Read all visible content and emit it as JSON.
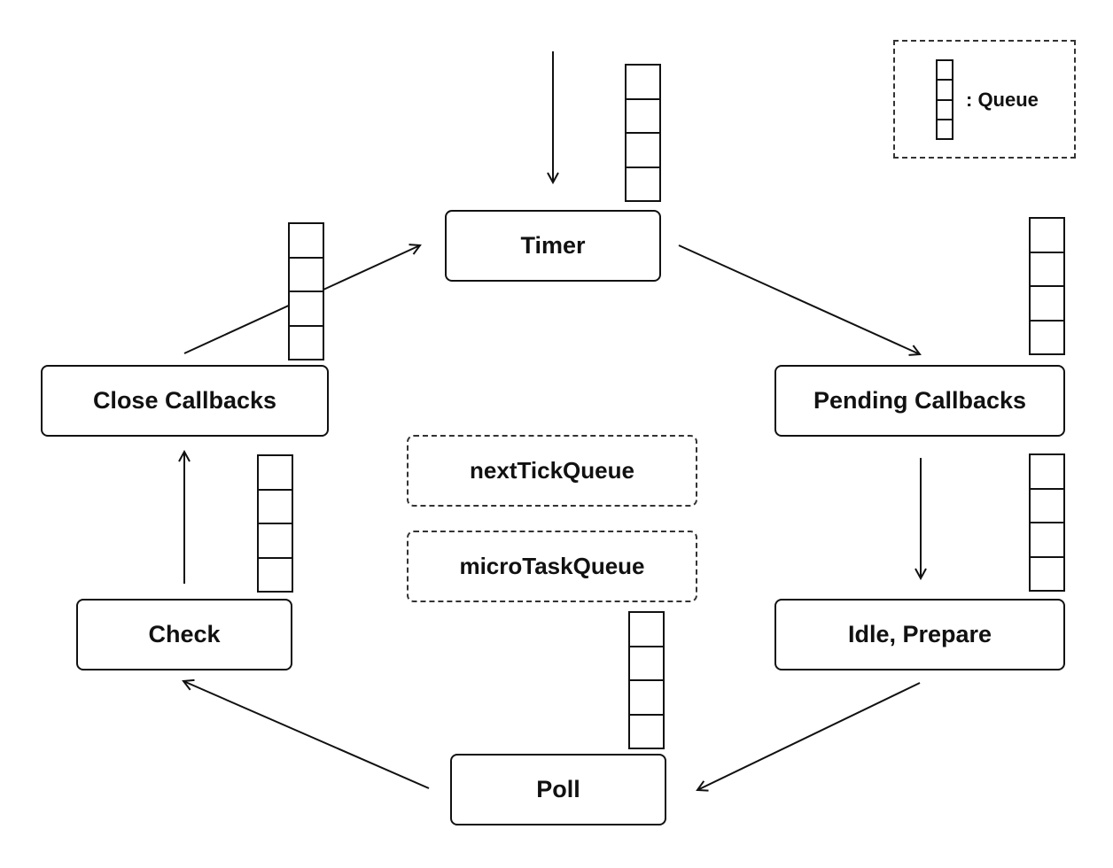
{
  "legend": {
    "label": ": Queue"
  },
  "phases": {
    "timer": "Timer",
    "pending_callbacks": "Pending Callbacks",
    "idle_prepare": "Idle, Prepare",
    "poll": "Poll",
    "check": "Check",
    "close_callbacks": "Close Callbacks"
  },
  "microtask_queues": {
    "next_tick": "nextTickQueue",
    "micro_task": "microTaskQueue"
  },
  "colors": {
    "stroke": "#111111",
    "dashed_border": "#333333",
    "background": "#ffffff"
  }
}
